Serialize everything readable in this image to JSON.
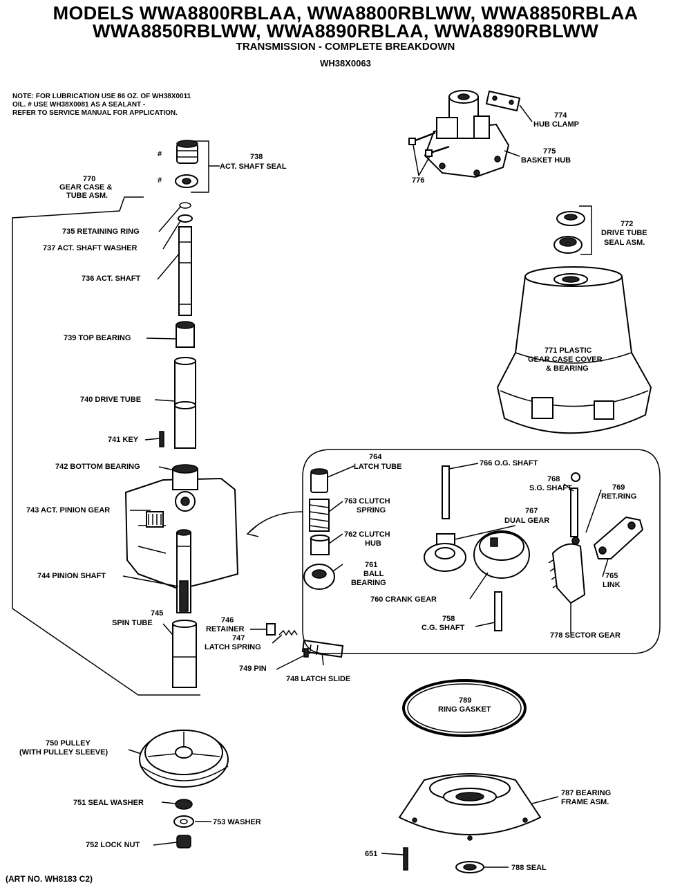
{
  "header": {
    "title_line1": "MODELS WWA8800RBLAA, WWA8800RBLWW, WWA8850RBLAA",
    "title_line2": "WWA8850RBLWW, WWA8890RBLAA, WWA8890RBLWW",
    "subtitle": "TRANSMISSION - COMPLETE BREAKDOWN",
    "part_number": "WH38X0063"
  },
  "note": {
    "line1": "NOTE: FOR LUBRICATION USE 86 OZ. OF WH38X0011",
    "line2": "OIL. # USE WH38X0081 AS A SEALANT -",
    "line3": "REFER TO SERVICE MANUAL FOR APPLICATION."
  },
  "callouts": {
    "hub_clamp": [
      "774",
      "HUB CLAMP"
    ],
    "basket_hub": [
      "775",
      "BASKET HUB"
    ],
    "screw_776": "776",
    "act_shaft_seal": [
      "738",
      "ACT. SHAFT SEAL"
    ],
    "gear_case_tube": [
      "770",
      "GEAR CASE &",
      "TUBE ASM."
    ],
    "drive_tube_seal": [
      "772",
      "DRIVE TUBE",
      "SEAL ASM."
    ],
    "retaining_ring": "735 RETAINING RING",
    "act_shaft_washer": "737  ACT. SHAFT WASHER",
    "act_shaft": "736 ACT. SHAFT",
    "plastic_cover": [
      "771 PLASTIC",
      "GEAR CASE COVER",
      "& BEARING"
    ],
    "top_bearing": "739 TOP BEARING",
    "drive_tube": "740 DRIVE TUBE",
    "key": "741 KEY",
    "bottom_bearing": "742 BOTTOM BEARING",
    "latch_tube": [
      "764",
      "LATCH TUBE"
    ],
    "og_shaft": "766 O.G. SHAFT",
    "sg_shaft": [
      "768",
      "S.G. SHAFT"
    ],
    "ret_ring": [
      "769",
      "RET.RING"
    ],
    "dual_gear": [
      "767",
      "DUAL GEAR"
    ],
    "act_pinion_gear": "743 ACT. PINION GEAR",
    "clutch_spring": [
      "763 CLUTCH",
      "SPRING"
    ],
    "clutch_hub": [
      "762 CLUTCH",
      "HUB"
    ],
    "ball_bearing": [
      "761",
      "BALL",
      "BEARING"
    ],
    "link": [
      "765",
      "LINK"
    ],
    "pinion_shaft": "744 PINION SHAFT",
    "crank_gear": "760 CRANK GEAR",
    "spin_tube": [
      "745",
      "SPIN TUBE"
    ],
    "retainer": [
      "746",
      "RETAINER"
    ],
    "latch_spring": [
      "747",
      "LATCH SPRING"
    ],
    "cg_shaft": [
      "758",
      "C.G. SHAFT"
    ],
    "sector_gear": "778 SECTOR GEAR",
    "pin": "749 PIN",
    "latch_slide": "748 LATCH SLIDE",
    "ring_gasket": [
      "789",
      "RING GASKET"
    ],
    "pulley": [
      "750 PULLEY",
      "(WITH PULLEY SLEEVE)"
    ],
    "seal_washer": "751 SEAL WASHER",
    "washer": "753 WASHER",
    "lock_nut": "752 LOCK NUT",
    "bearing_frame": [
      "787 BEARING",
      "FRAME ASM."
    ],
    "screw_651": "651",
    "seal": "788 SEAL",
    "hash1": "#",
    "hash2": "#"
  },
  "footer": {
    "art_no": "(ART NO. WH8183 C2)"
  }
}
